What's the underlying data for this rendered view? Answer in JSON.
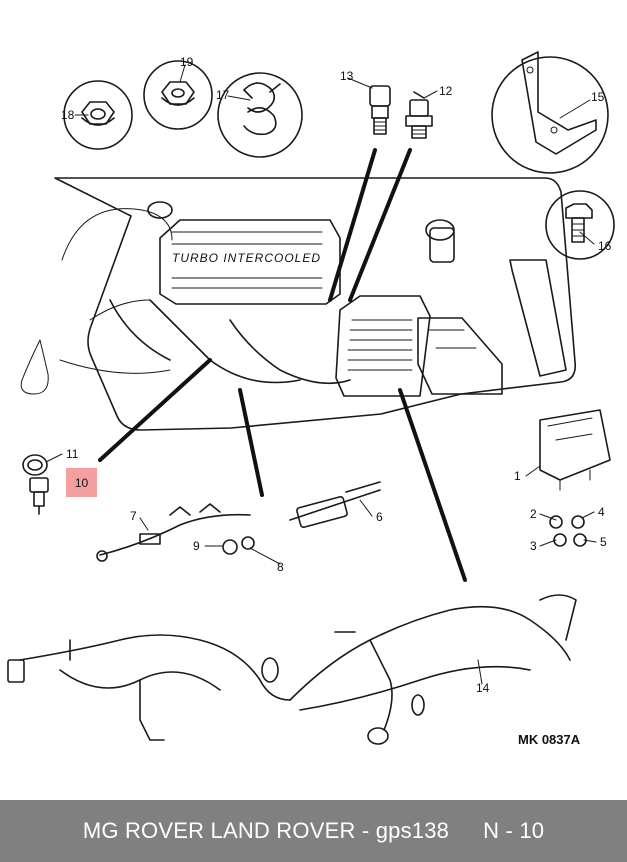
{
  "diagram": {
    "callouts": {
      "c1": "1",
      "c2": "2",
      "c3": "3",
      "c4": "4",
      "c5": "5",
      "c6": "6",
      "c7": "7",
      "c8": "8",
      "c9": "9",
      "c10": "10",
      "c11": "11",
      "c12": "12",
      "c13": "13",
      "c14": "14",
      "c15": "15",
      "c16": "16",
      "c17": "17",
      "c18": "18",
      "c19": "19"
    },
    "engine_label": "TURBO INTERCOOLED",
    "drawing_code": "MK 0837A",
    "highlighted_callout": "10",
    "highlight_color": "#f28f8f"
  },
  "footer": {
    "brand_text": "MG ROVER LAND ROVER - gps138",
    "page_ref": "N - 10",
    "background_color": "#808080"
  }
}
